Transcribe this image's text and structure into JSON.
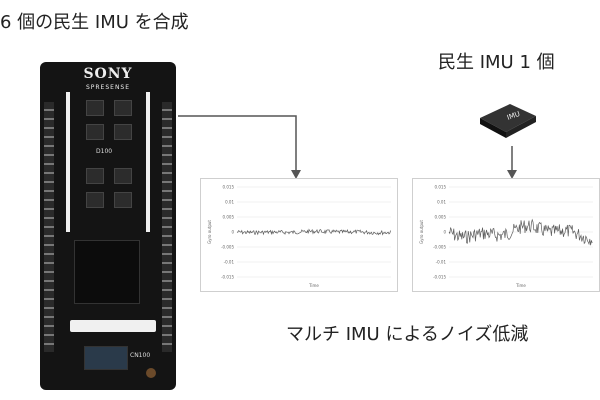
{
  "texts": {
    "title_left": "6 個の民生 IMU を合成",
    "title_right": "民生 IMU 1 個",
    "caption": "マルチ IMU によるノイズ低減"
  },
  "board": {
    "brand": "SONY",
    "model": "SPRESENSE",
    "label_d100": "D100",
    "label_cn100": "CN100"
  },
  "chip_label": "IMU",
  "graphs": [
    {
      "y_label": "Gyro output",
      "x_label": "Time",
      "y_ticks": [
        "0.015",
        "0.01",
        "0.005",
        "0",
        "-0.005",
        "-0.01",
        "-0.015"
      ]
    },
    {
      "y_label": "Gyro output",
      "x_label": "Time",
      "y_ticks": [
        "0.015",
        "0.01",
        "0.005",
        "0",
        "-0.005",
        "-0.01",
        "-0.015"
      ]
    }
  ],
  "colors": {
    "board": "#141414",
    "signal": "#5c5c5c",
    "arrow": "#555555"
  }
}
